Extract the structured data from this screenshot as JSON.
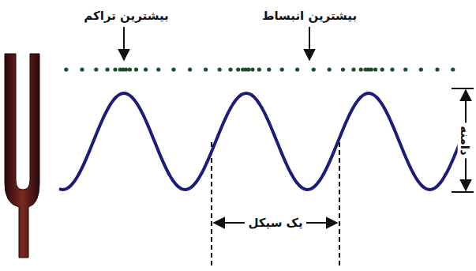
{
  "diagram": {
    "labels": [
      "بیشترین تراکم",
      "بیشترین انبساط",
      "دامنه",
      "یک سیکل"
    ]
  }
}
